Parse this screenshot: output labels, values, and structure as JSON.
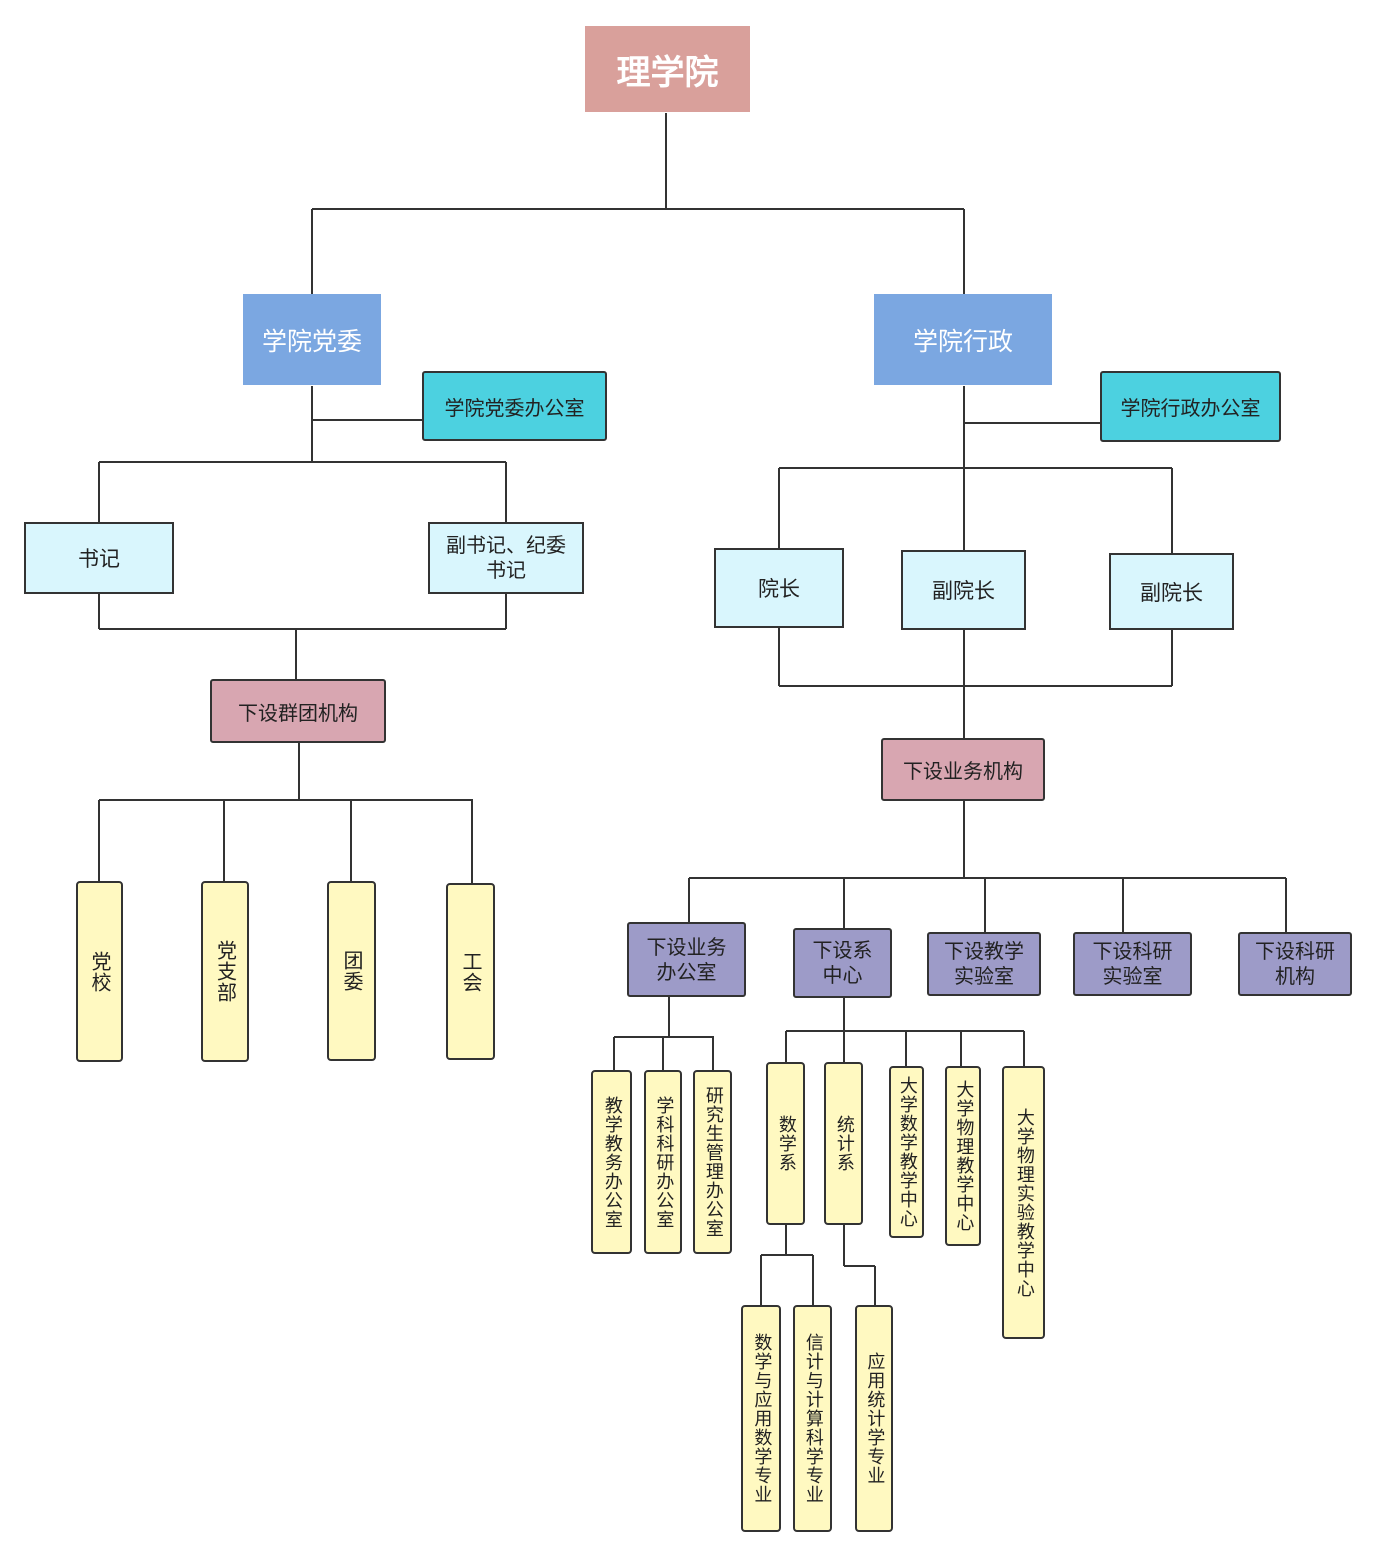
{
  "root": {
    "label": "理学院"
  },
  "party": {
    "label": "学院党委",
    "office": "学院党委办公室",
    "secretary": "书记",
    "deputy_line1": "副书记、纪委",
    "deputy_line2": "书记",
    "groups_label": "下设群团机构",
    "groups": [
      "党校",
      "党支部",
      "团委",
      "工会"
    ]
  },
  "admin": {
    "label": "学院行政",
    "office": "学院行政办公室",
    "dean": "院长",
    "vice_dean_1": "副院长",
    "vice_dean_2": "副院长",
    "business_label": "下设业务机构",
    "units": [
      {
        "line1": "下设业务",
        "line2": "办公室"
      },
      {
        "line1": "下设系",
        "line2": "中心"
      },
      {
        "line1": "下设教学",
        "line2": "实验室"
      },
      {
        "line1": "下设科研",
        "line2": "实验室"
      },
      {
        "line1": "下设科研",
        "line2": "机构"
      }
    ],
    "offices": [
      "教学教务办公室",
      "学科科研办公室",
      "研究生管理办公室"
    ],
    "departments": [
      "数学系",
      "统计系",
      "大学数学教学中心",
      "大学物理教学中心",
      "大学物理实验教学中心"
    ],
    "math_majors": [
      "数学与应用数学专业",
      "信计与计算科学专业"
    ],
    "stat_majors": [
      "应用统计学专业"
    ]
  },
  "colors": {
    "root": "#d9a09b",
    "level1": "#7ba7e1",
    "office": "#4cd1e0",
    "role": "#d9f6fd",
    "pink": "#d8a6b1",
    "purple": "#9d9bc8",
    "yellow": "#fff9c1",
    "line": "#333333"
  }
}
